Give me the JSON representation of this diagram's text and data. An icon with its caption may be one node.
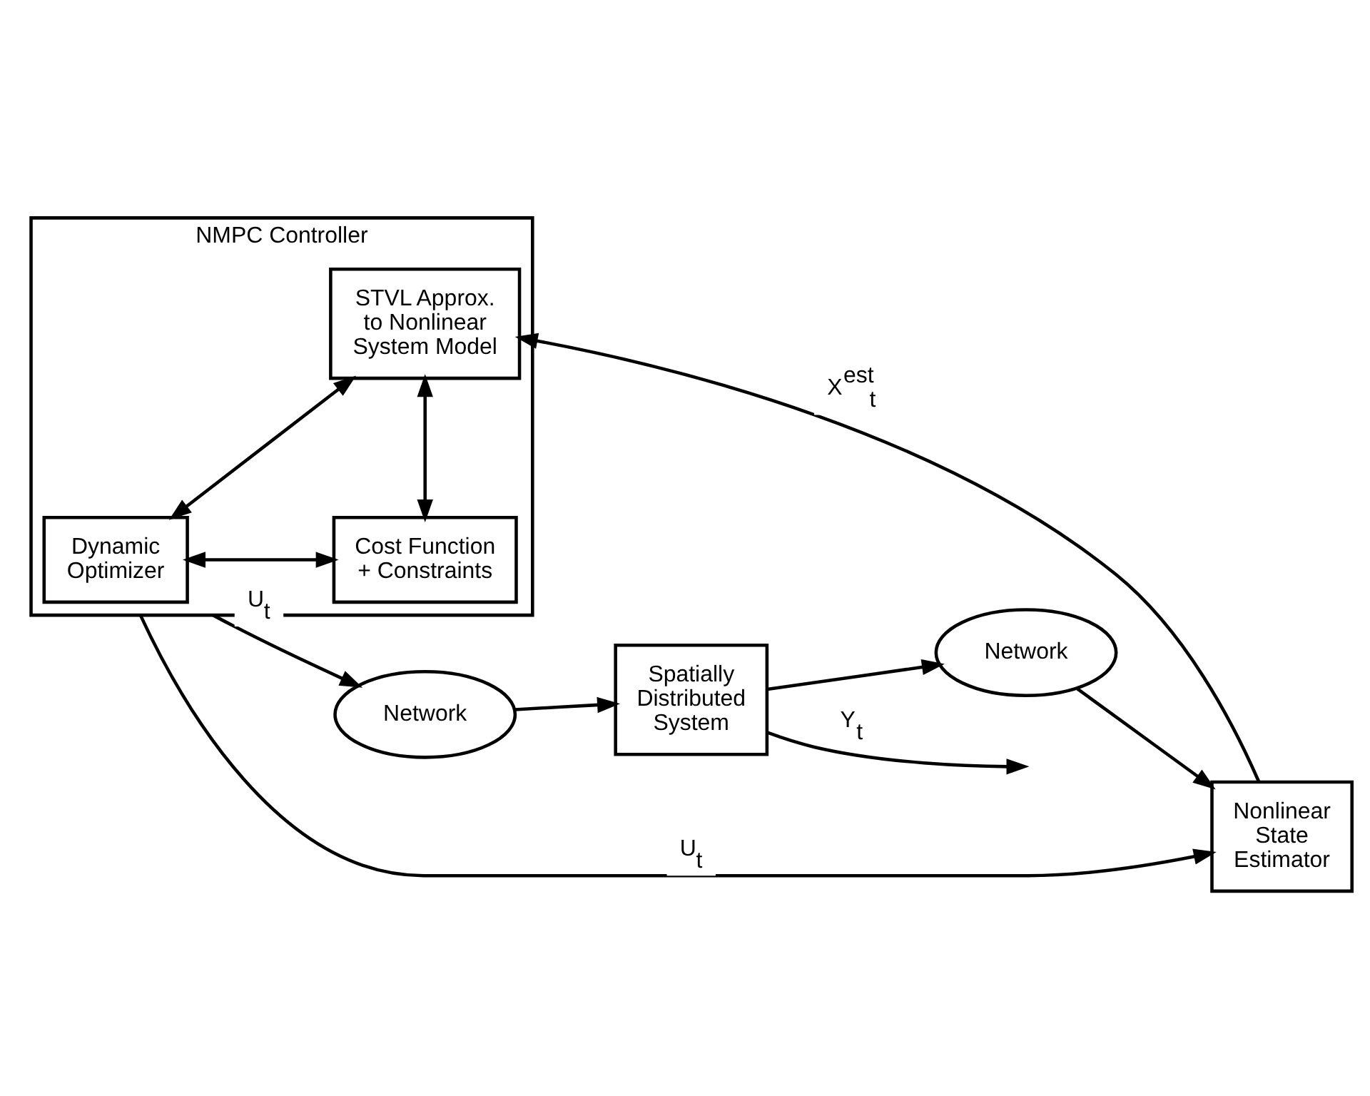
{
  "diagram": {
    "nodes": [
      {
        "text": [
          "NMPC Controller"
        ]
      },
      {
        "text": [
          "Dynamic Optimizer"
        ],
        "in": 0
      },
      {
        "text": [
          "Cost Function + Constraints"
        ],
        "in": 0
      },
      {
        "text": [
          "STVL Approx. to Nonlinear System Model"
        ],
        "in": 0
      },
      {
        "text": [
          "Network"
        ]
      },
      {
        "text": [
          "Spatially Distributed System"
        ]
      },
      {
        "text": [
          "Nonlinear State Estimator"
        ]
      },
      {
        "text": [
          "Network"
        ]
      }
    ],
    "edges": [
      {
        "from": 1,
        "to": 2,
        "arrow": "both"
      },
      {
        "from": 1,
        "to": 3,
        "arrow": "both"
      },
      {
        "from": 2,
        "to": 3,
        "arrow": "both"
      },
      {
        "from": 0,
        "to": 4,
        "arrow": "to",
        "label": "U$_{t}$"
      },
      {
        "from": 4,
        "to": 5,
        "arrow": "to"
      },
      {
        "from": 5,
        "to": null,
        "arrow": "to",
        "label": "Y$_{t}$"
      },
      {
        "from": 5,
        "to": 7,
        "arrow": "to"
      },
      {
        "from": 7,
        "to": 6,
        "arrow": "to"
      },
      {
        "from": 0,
        "to": 6,
        "arrow": "to",
        "label": "U$_{t}$"
      },
      {
        "from": 6,
        "to": 3,
        "arrow": "to",
        "label": "X$^{est}$$_{t}$"
      }
    ]
  }
}
